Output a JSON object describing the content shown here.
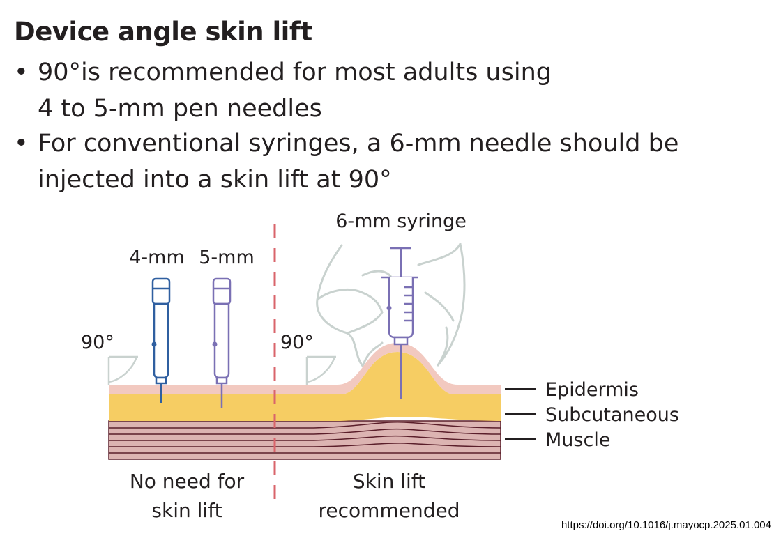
{
  "title": "Device angle skin lift",
  "bullets": [
    {
      "symbol": "•",
      "lines": [
        "90°is recommended for most adults using",
        "4 to 5-mm pen needles"
      ]
    },
    {
      "symbol": "•",
      "lines": [
        "For conventional syringes, a 6-mm needle should be",
        "injected into a skin lift at 90°"
      ]
    }
  ],
  "diagram": {
    "needle_4mm_label": "4-mm",
    "needle_5mm_label": "5-mm",
    "syringe_label": "6-mm syringe",
    "angle_left": "90°",
    "angle_right": "90°",
    "layers": [
      "Epidermis",
      "Subcutaneous",
      "Muscle"
    ],
    "caption_left": [
      "No need for",
      "skin lift"
    ],
    "caption_right": [
      "Skin lift",
      "recommended"
    ],
    "colors": {
      "epidermis": "#f2c9c0",
      "subcutaneous": "#f6cd63",
      "muscle": "#dcb4b2",
      "muscle_line": "#5a1e2a",
      "pen_4mm": "#2f5fa0",
      "pen_5mm": "#7a70b4",
      "divider": "#d9646b",
      "hand": "#c9d2cf"
    }
  },
  "source": "https://doi.org/10.1016/j.mayocp.2025.01.004"
}
